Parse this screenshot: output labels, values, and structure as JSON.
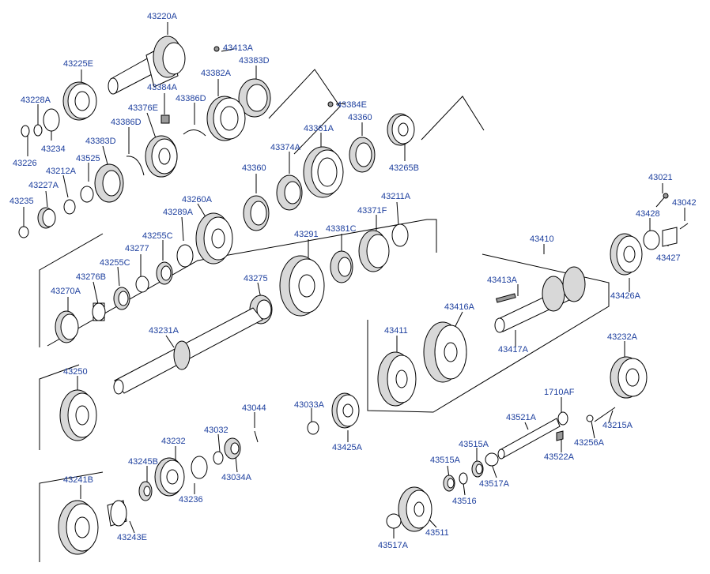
{
  "diagram": {
    "labels": [
      "43220A",
      "43225E",
      "43413A",
      "43383D",
      "43382A",
      "43384A",
      "43228A",
      "43376E",
      "43386D",
      "43386D",
      "43234",
      "43383D",
      "43384E",
      "43361A",
      "43360",
      "43226",
      "43525",
      "43212A",
      "43374A",
      "43265B",
      "43227A",
      "43360",
      "43260A",
      "43235",
      "43289A",
      "43211A",
      "43371F",
      "43021",
      "43428",
      "43042",
      "43381C",
      "43291",
      "43255C",
      "43277",
      "43410",
      "43427",
      "43255C",
      "43276B",
      "43413A",
      "43416A",
      "43426A",
      "43270A",
      "43275",
      "43231A",
      "43411",
      "43417A",
      "43232A",
      "43250",
      "1710AF",
      "43033A",
      "43044",
      "43521A",
      "43032",
      "43232",
      "43256A",
      "43215A",
      "43515A",
      "43245B",
      "43034A",
      "43425A",
      "43522A",
      "43515A",
      "43517A",
      "43241B",
      "43236",
      "43516",
      "43243E",
      "43511",
      "43517A"
    ]
  }
}
